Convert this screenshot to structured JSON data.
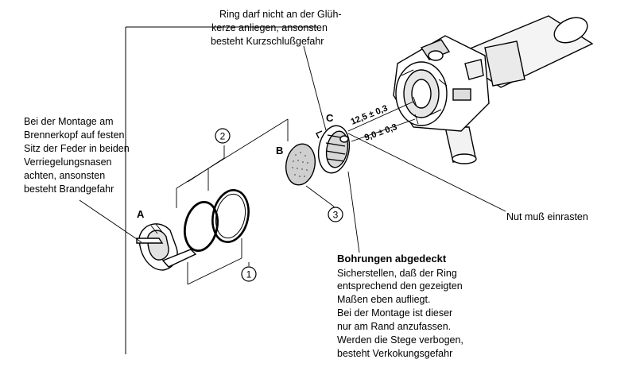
{
  "notes": {
    "ring": [
      "Ring darf nicht an der Glüh-",
      "kerze anliegen, ansonsten",
      "besteht Kurzschlußgefahr"
    ],
    "montage": [
      "Bei der Montage am",
      "Brennerkopf auf festen",
      "Sitz der Feder in beiden",
      "Verriegelungsnasen",
      "achten, ansonsten",
      "besteht Brandgefahr"
    ],
    "nut": "Nut muß einrasten",
    "bohrungen_title": "Bohrungen abgedeckt",
    "bohrungen": [
      "Sicherstellen, daß der Ring",
      "entsprechend den gezeigten",
      "Maßen eben aufliegt.",
      "Bei der Montage ist dieser",
      "nur am Rand anzufassen.",
      "Werden die Stege verbogen,",
      "besteht Verkokungsgefahr"
    ]
  },
  "part_labels": {
    "a": "A",
    "b": "B",
    "c": "C"
  },
  "callouts": {
    "one": "1",
    "two": "2",
    "three": "3"
  },
  "dimensions": {
    "d1": "12,5 ± 0,3",
    "d2": "9,0 ± 0,3"
  }
}
